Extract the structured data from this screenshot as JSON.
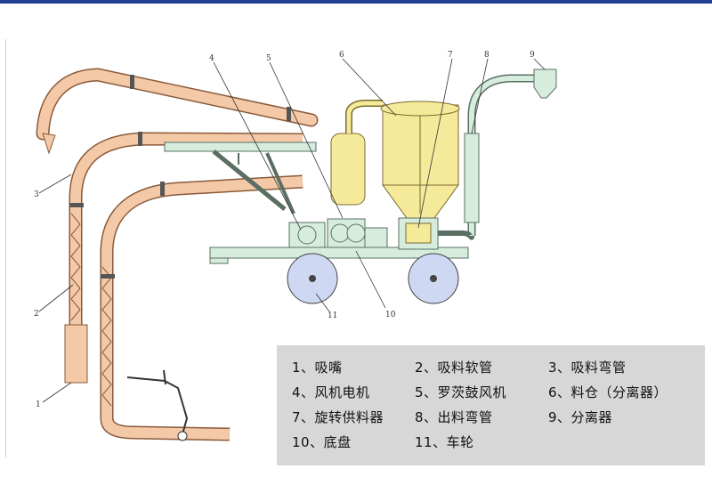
{
  "callouts": [
    "1",
    "2",
    "3",
    "4",
    "5",
    "6",
    "7",
    "8",
    "9",
    "10",
    "11"
  ],
  "legend": [
    {
      "text": "1、吸嘴"
    },
    {
      "text": "2、吸料软管"
    },
    {
      "text": "3、吸料弯管"
    },
    {
      "text": "4、风机电机"
    },
    {
      "text": "5、罗茨鼓风机"
    },
    {
      "text": "6、料仓（分离器）"
    },
    {
      "text": "7、旋转供料器"
    },
    {
      "text": "8、出料弯管"
    },
    {
      "text": "9、分离器"
    },
    {
      "text": "10、底盘"
    },
    {
      "text": "11、车轮"
    }
  ],
  "colors": {
    "hose": "#f3c9a8",
    "hose_outline": "#8a5a3a",
    "frame": "#d6ecdd",
    "frame_outline": "#5a6f62",
    "silo": "#f5ea9a",
    "wheel": "#cfd8f2",
    "legend_bg": "#d7d7d7",
    "top_bar": "#1f3f8f"
  }
}
